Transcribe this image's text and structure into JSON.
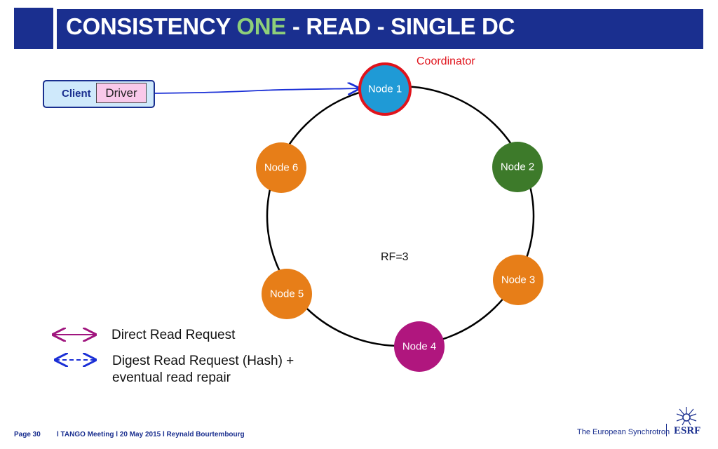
{
  "header": {
    "title_prefix": "CONSISTENCY ",
    "title_accent": "ONE",
    "title_suffix": " - READ - SINGLE DC"
  },
  "coordinator_label": "Coordinator",
  "client": {
    "label": "Client",
    "driver": "Driver"
  },
  "ring": {
    "rf_label": "RF=3",
    "nodes": [
      {
        "label": "Node 1",
        "color": "#1f9ad6",
        "coordinator": true
      },
      {
        "label": "Node 2",
        "color": "#3d7a2a"
      },
      {
        "label": "Node 3",
        "color": "#e77e18"
      },
      {
        "label": "Node 4",
        "color": "#b0167e"
      },
      {
        "label": "Node 5",
        "color": "#e77e18"
      },
      {
        "label": "Node 6",
        "color": "#e77e18"
      }
    ]
  },
  "legend": {
    "direct": "Direct Read Request",
    "digest_line1": "Digest Read Request (Hash) +",
    "digest_line2": "eventual read repair"
  },
  "footer": {
    "page": "Page 30",
    "meeting": "l TANGO Meeting l 20 May 2015 l Reynald Bourtembourg",
    "org": "The European Synchrotron",
    "logo": "ESRF"
  },
  "colors": {
    "header": "#1a2f8f",
    "accent": "#8ed07a",
    "coordinator": "#e0141c",
    "arrow_direct": "#a0157e",
    "arrow_digest": "#1a2fd6"
  }
}
